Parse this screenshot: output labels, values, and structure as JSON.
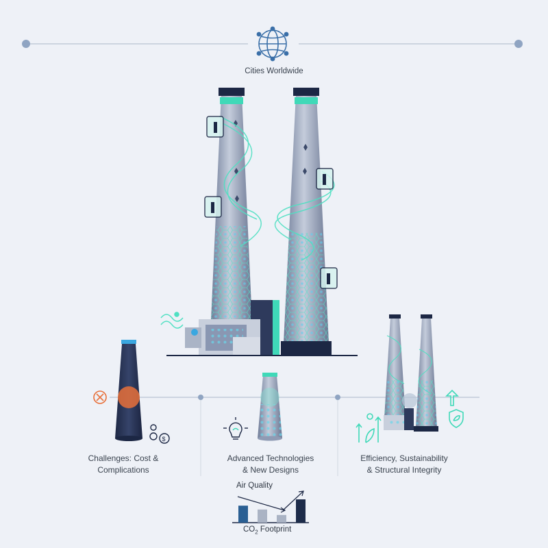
{
  "header": {
    "title": "Cities Worldwide",
    "icon": "globe-network-icon"
  },
  "captions": {
    "challenges": "Challenges: Cost &\nComplications",
    "technologies": "Advanced Technologies\n& New Designs",
    "efficiency": "Efficiency, Sustainability\n& Structural Integrity"
  },
  "chart": {
    "title": "Air Quality",
    "footer_main": "CO",
    "footer_sub": "2",
    "footer_tail": " Footprint"
  },
  "chart_data": {
    "type": "bar",
    "categories": [
      "",
      "",
      "",
      ""
    ],
    "values": [
      0.62,
      0.48,
      0.28,
      0.85
    ],
    "ylim": [
      0,
      1
    ],
    "colors": [
      "#2a5f93",
      "#aab3c4",
      "#aab3c4",
      "#1d2c4a"
    ],
    "grid": false,
    "trend": "down then up"
  },
  "colors": {
    "accent_teal": "#3fd9b8",
    "navy": "#1c2744",
    "steel": "#8f9bb4",
    "alert_orange": "#e8703a"
  },
  "icons": [
    "globe-network-icon",
    "close-circle-icon",
    "gears-money-icon",
    "lightbulb-brain-icon",
    "arrow-up-icon",
    "shield-leaf-icon",
    "growth-arrows-icon"
  ]
}
